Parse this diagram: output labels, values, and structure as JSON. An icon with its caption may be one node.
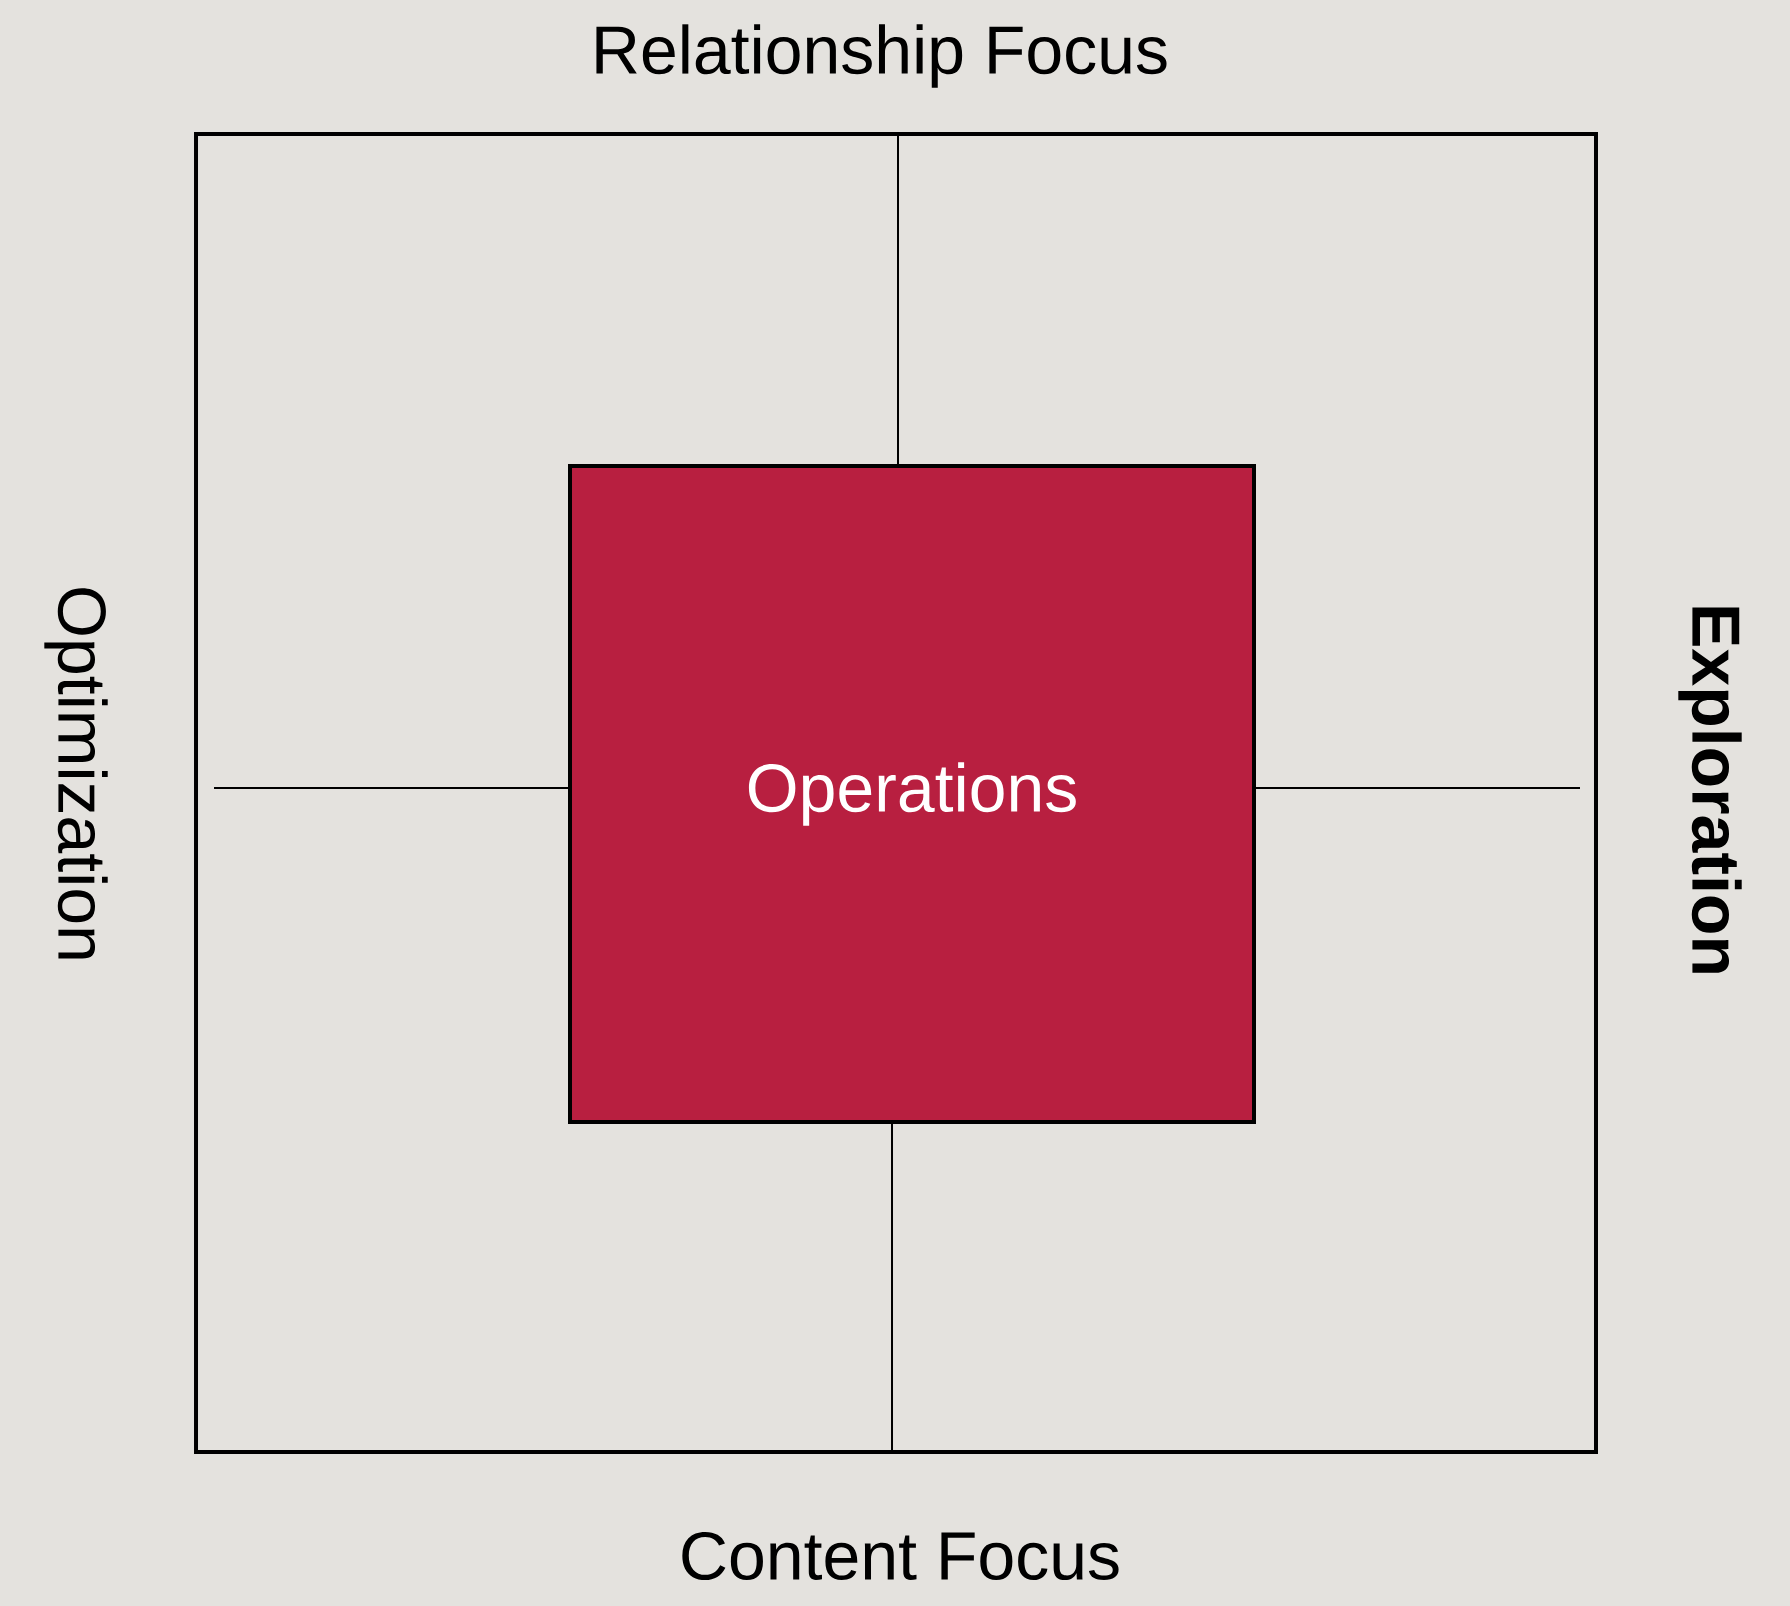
{
  "diagram": {
    "nodes": [
      {
        "text": [],
        "shape": "box"
      },
      {
        "text": [
          "Operations"
        ],
        "in": 0
      }
    ],
    "labels": [
      "Relationship Focus",
      "Optimization",
      "Exploration",
      "Content Focus"
    ]
  }
}
